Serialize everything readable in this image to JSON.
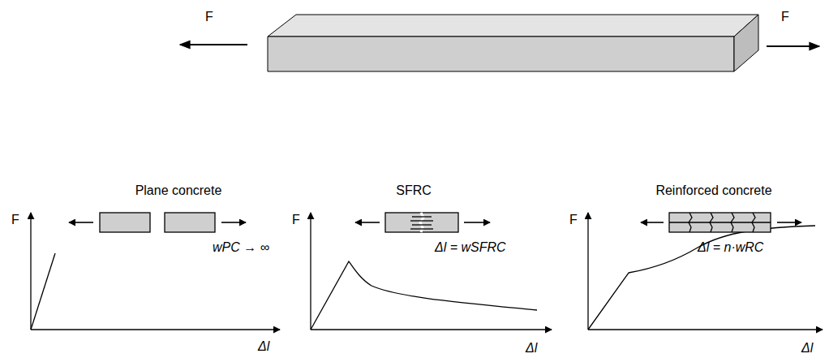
{
  "diagram": {
    "labels": [
      "F",
      "F",
      "Plane concrete",
      "SFRC",
      "Reinforced concrete",
      "F",
      "wPC → ∞",
      "F",
      "Δl = wSFRC",
      "F",
      "Δl = n·wRC",
      "Δl",
      "Δl",
      "Δl"
    ]
  }
}
